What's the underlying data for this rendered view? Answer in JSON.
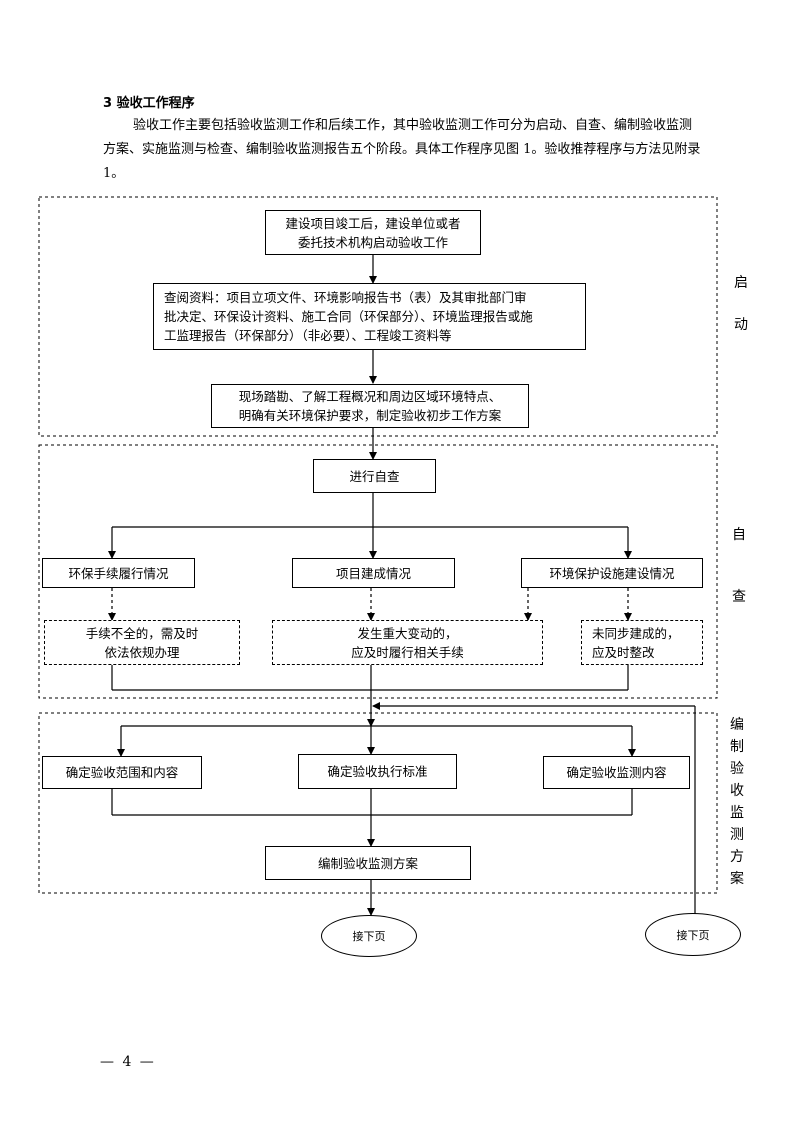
{
  "section": {
    "heading": "3 验收工作程序",
    "intro": "验收工作主要包括验收监测工作和后续工作，其中验收监测工作可分为启动、自查、编制验收监测方案、实施监测与检查、编制验收监测报告五个阶段。具体工作程序见图 1。验收推荐程序与方法见附录 1。"
  },
  "flowchart": {
    "start": {
      "box1": [
        "建设项目竣工后，建设单位或者",
        "委托技术机构启动验收工作"
      ],
      "box2": [
        "查阅资料：项目立项文件、环境影响报告书（表）及其审批部门审",
        "批决定、环保设计资料、施工合同（环保部分）、环境监理报告或施",
        "工监理报告（环保部分）（非必要）、工程竣工资料等"
      ],
      "box3": [
        "现场踏勘、了解工程概况和周边区域环境特点、",
        "明确有关环境保护要求，制定验收初步工作方案"
      ]
    },
    "self_check": {
      "main": "进行自查",
      "items": [
        "环保手续履行情况",
        "项目建成情况",
        "环境保护设施建设情况"
      ],
      "remedies": [
        [
          "手续不全的，需及时",
          "依法依规办理"
        ],
        [
          "发生重大变动的，",
          "应及时履行相关手续"
        ],
        [
          "未同步建成的，",
          "应及时整改"
        ]
      ]
    },
    "plan": {
      "items": [
        "确定验收范围和内容",
        "确定验收执行标准",
        "确定验收监测内容"
      ],
      "main": "编制验收监测方案"
    },
    "next_page": [
      "接下页",
      "接下页"
    ]
  },
  "stage_labels": {
    "start": [
      "启",
      "动"
    ],
    "self_check": [
      "自",
      "查"
    ],
    "plan": [
      "编",
      "制",
      "验",
      "收",
      "监",
      "测",
      "方",
      "案"
    ]
  },
  "footer": {
    "page": "— 4 —"
  }
}
